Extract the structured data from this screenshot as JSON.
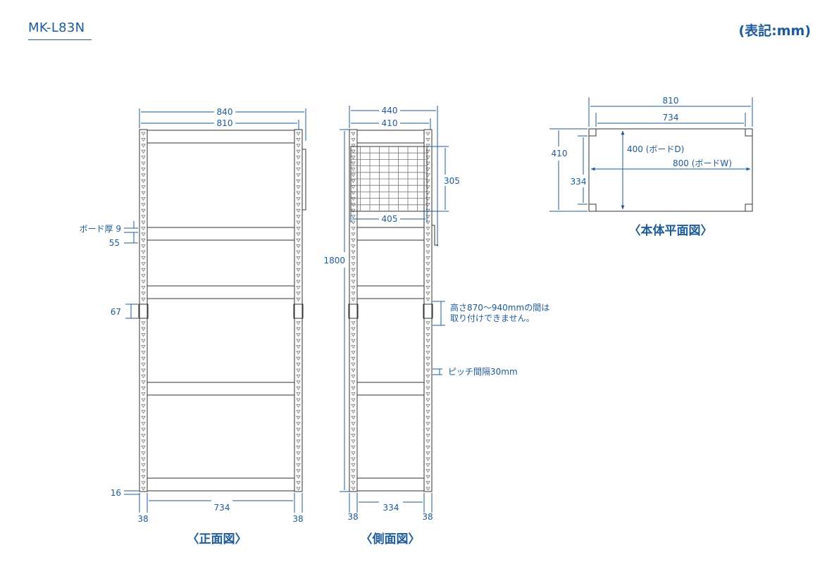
{
  "header": {
    "model": "MK-L83N",
    "unit": "(表記:mm)"
  },
  "front_view": {
    "title": "〈正面図〉",
    "width_overall": "840",
    "width_inner": "810",
    "board_thickness": "ボード厚 9",
    "dim_55": "55",
    "dim_67": "67",
    "dim_16": "16",
    "dim_734": "734",
    "post_left": "38",
    "post_right": "38"
  },
  "side_view": {
    "title": "〈側面図〉",
    "width_overall": "440",
    "width_inner": "410",
    "height": "1800",
    "mesh_height": "305",
    "mesh_width": "405",
    "note_line1": "高さ870〜940mmの間は",
    "note_line2": "取り付けできません。",
    "pitch": "ピッチ間隔30mm",
    "dim_334": "334",
    "post_left": "38",
    "post_right": "38"
  },
  "plan_view": {
    "title": "〈本体平面図〉",
    "width_overall": "810",
    "width_inner": "734",
    "depth_overall": "410",
    "depth_inner": "334",
    "board_d": "400 (ボードD)",
    "board_w": "800 (ボードW)"
  },
  "colors": {
    "accent": "#1d5a9a",
    "line": "#333333"
  }
}
